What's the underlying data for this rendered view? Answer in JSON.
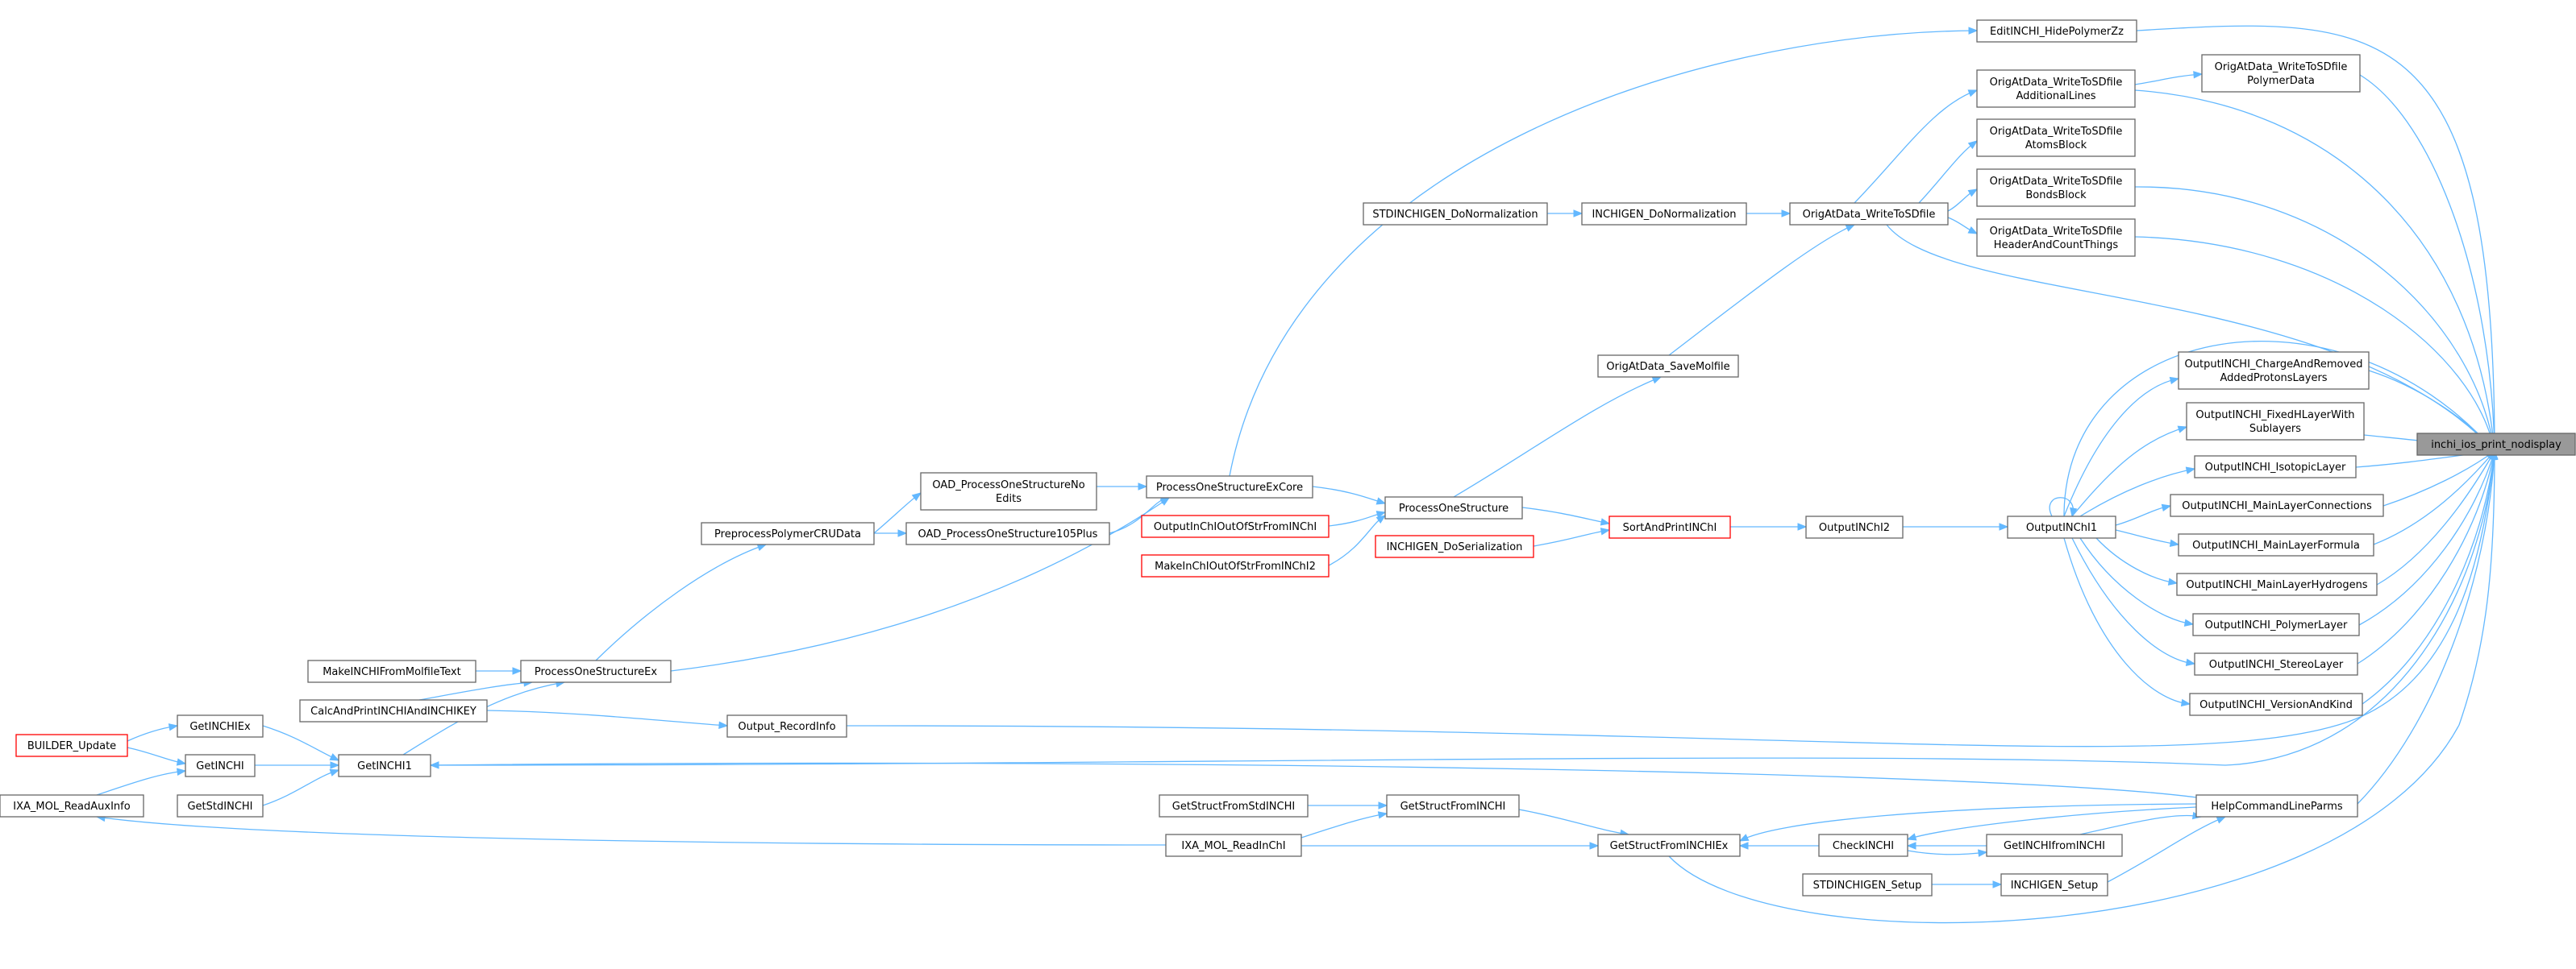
{
  "colors": {
    "node_fill": "#ffffff",
    "node_border": "#666666",
    "node_border_truncated": "#ff0000",
    "root_fill": "#999999",
    "edge": "#63b8ff",
    "text": "#000000"
  },
  "nodes": [
    {
      "id": "root",
      "lines": [
        "inchi_ios_print_nodisplay"
      ]
    },
    {
      "id": "EditHide",
      "lines": [
        "EditINCHI_HidePolymerZz"
      ]
    },
    {
      "id": "WPoly",
      "lines": [
        "OrigAtData_WriteToSDfile",
        "PolymerData"
      ]
    },
    {
      "id": "WAdd",
      "lines": [
        "OrigAtData_WriteToSDfile",
        "AdditionalLines"
      ]
    },
    {
      "id": "WAtoms",
      "lines": [
        "OrigAtData_WriteToSDfile",
        "AtomsBlock"
      ]
    },
    {
      "id": "WBonds",
      "lines": [
        "OrigAtData_WriteToSDfile",
        "BondsBlock"
      ]
    },
    {
      "id": "WHeader",
      "lines": [
        "OrigAtData_WriteToSDfile",
        "HeaderAndCountThings"
      ]
    },
    {
      "id": "WSD",
      "lines": [
        "OrigAtData_WriteToSDfile"
      ]
    },
    {
      "id": "InchiDoNorm",
      "lines": [
        "INCHIGEN_DoNormalization"
      ]
    },
    {
      "id": "StdDoNorm",
      "lines": [
        "STDINCHIGEN_DoNormalization"
      ]
    },
    {
      "id": "SaveMol",
      "lines": [
        "OrigAtData_SaveMolfile"
      ]
    },
    {
      "id": "OCharge",
      "lines": [
        "OutputINCHI_ChargeAndRemoved",
        "AddedProtonsLayers"
      ]
    },
    {
      "id": "OFixed",
      "lines": [
        "OutputINCHI_FixedHLayerWith",
        "Sublayers"
      ]
    },
    {
      "id": "OIso",
      "lines": [
        "OutputINCHI_IsotopicLayer"
      ]
    },
    {
      "id": "OMainConn",
      "lines": [
        "OutputINCHI_MainLayerConnections"
      ]
    },
    {
      "id": "OMainForm",
      "lines": [
        "OutputINCHI_MainLayerFormula"
      ]
    },
    {
      "id": "OMainH",
      "lines": [
        "OutputINCHI_MainLayerHydrogens"
      ]
    },
    {
      "id": "OPoly",
      "lines": [
        "OutputINCHI_PolymerLayer"
      ]
    },
    {
      "id": "OStereo",
      "lines": [
        "OutputINCHI_StereoLayer"
      ]
    },
    {
      "id": "OVer",
      "lines": [
        "OutputINCHI_VersionAndKind"
      ]
    },
    {
      "id": "OI1",
      "lines": [
        "OutputINChI1"
      ]
    },
    {
      "id": "OI2",
      "lines": [
        "OutputINChI2"
      ]
    },
    {
      "id": "Sort",
      "lines": [
        "SortAndPrintINChI"
      ],
      "truncated": true
    },
    {
      "id": "POS",
      "lines": [
        "ProcessOneStructure"
      ]
    },
    {
      "id": "DoSer",
      "lines": [
        "INCHIGEN_DoSerialization"
      ],
      "truncated": true
    },
    {
      "id": "POSEC",
      "lines": [
        "ProcessOneStructureExCore"
      ]
    },
    {
      "id": "OutStr",
      "lines": [
        "OutputInChIOutOfStrFromINChI"
      ],
      "truncated": true
    },
    {
      "id": "MakeStr",
      "lines": [
        "MakeInChIOutOfStrFromINChI2"
      ],
      "truncated": true
    },
    {
      "id": "OADNo",
      "lines": [
        "OAD_ProcessOneStructureNo",
        "Edits"
      ]
    },
    {
      "id": "OAD105",
      "lines": [
        "OAD_ProcessOneStructure105Plus"
      ]
    },
    {
      "id": "PrePoly",
      "lines": [
        "PreprocessPolymerCRUData"
      ]
    },
    {
      "id": "POSEx",
      "lines": [
        "ProcessOneStructureEx"
      ]
    },
    {
      "id": "MakeMol",
      "lines": [
        "MakeINCHIFromMolfileText"
      ]
    },
    {
      "id": "CalcPrint",
      "lines": [
        "CalcAndPrintINCHIAndINCHIKEY"
      ]
    },
    {
      "id": "OutRec",
      "lines": [
        "Output_RecordInfo"
      ]
    },
    {
      "id": "GI1",
      "lines": [
        "GetINCHI1"
      ]
    },
    {
      "id": "GIEx",
      "lines": [
        "GetINCHIEx"
      ]
    },
    {
      "id": "GI",
      "lines": [
        "GetINCHI"
      ]
    },
    {
      "id": "GStd",
      "lines": [
        "GetStdINCHI"
      ]
    },
    {
      "id": "Builder",
      "lines": [
        "BUILDER_Update"
      ],
      "truncated": true
    },
    {
      "id": "IXAAux",
      "lines": [
        "IXA_MOL_ReadAuxInfo"
      ]
    },
    {
      "id": "Help",
      "lines": [
        "HelpCommandLineParms"
      ]
    },
    {
      "id": "GSFI",
      "lines": [
        "GetStructFromINCHI"
      ]
    },
    {
      "id": "GSFStd",
      "lines": [
        "GetStructFromStdINCHI"
      ]
    },
    {
      "id": "IXAInChI",
      "lines": [
        "IXA_MOL_ReadInChI"
      ]
    },
    {
      "id": "GSFIEx",
      "lines": [
        "GetStructFromINCHIEx"
      ]
    },
    {
      "id": "Check",
      "lines": [
        "CheckINCHI"
      ]
    },
    {
      "id": "GIFI",
      "lines": [
        "GetINCHIfromINCHI"
      ]
    },
    {
      "id": "InchiSetup",
      "lines": [
        "INCHIGEN_Setup"
      ]
    },
    {
      "id": "StdSetup",
      "lines": [
        "STDINCHIGEN_Setup"
      ]
    }
  ]
}
